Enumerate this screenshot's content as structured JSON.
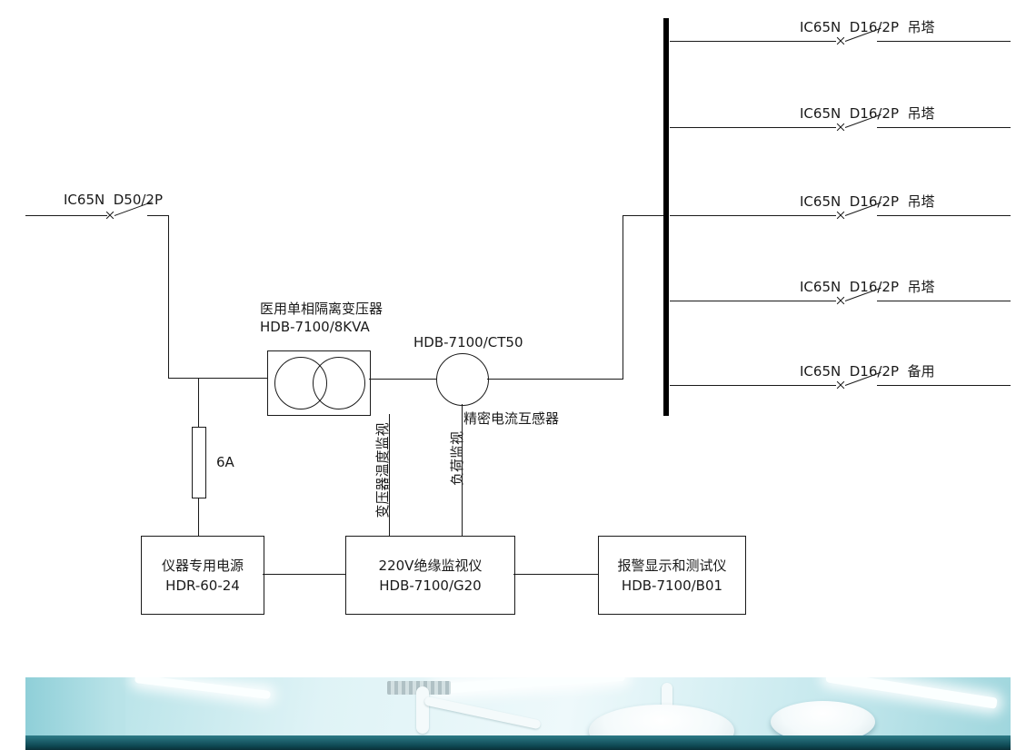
{
  "diagram": {
    "line_color": "#1a1a1a",
    "incoming": {
      "breaker_label": "IC65N  D50/2P"
    },
    "fuse_rating": "6A",
    "transformer": {
      "name": "医用单相隔离变压器",
      "model": "HDB-7100/8KVA"
    },
    "current_transformer": {
      "model": "HDB-7100/CT50",
      "caption": "精密电流互感器"
    },
    "monitoring": {
      "transformer_temperature": "变压器温度监视",
      "load": "负荷监视"
    },
    "devices": {
      "power_supply": {
        "name": "仪器专用电源",
        "model": "HDR-60-24"
      },
      "insulation_monitor": {
        "name": "220V绝缘监视仪",
        "model": "HDB-7100/G20"
      },
      "alarm_tester": {
        "name": "报警显示和测试仪",
        "model": "HDB-7100/B01"
      }
    },
    "branches": [
      {
        "label": "IC65N  D16/2P  吊塔"
      },
      {
        "label": "IC65N  D16/2P  吊塔"
      },
      {
        "label": "IC65N  D16/2P  吊塔"
      },
      {
        "label": "IC65N  D16/2P  吊塔"
      },
      {
        "label": "IC65N  D16/2P  备用"
      }
    ]
  },
  "photo": {
    "colors": {
      "wall": "#b9e3e8",
      "ceiling": "#eef9fb",
      "lamp": "#f4fafb",
      "equipment_band": "#0f4a55"
    }
  }
}
